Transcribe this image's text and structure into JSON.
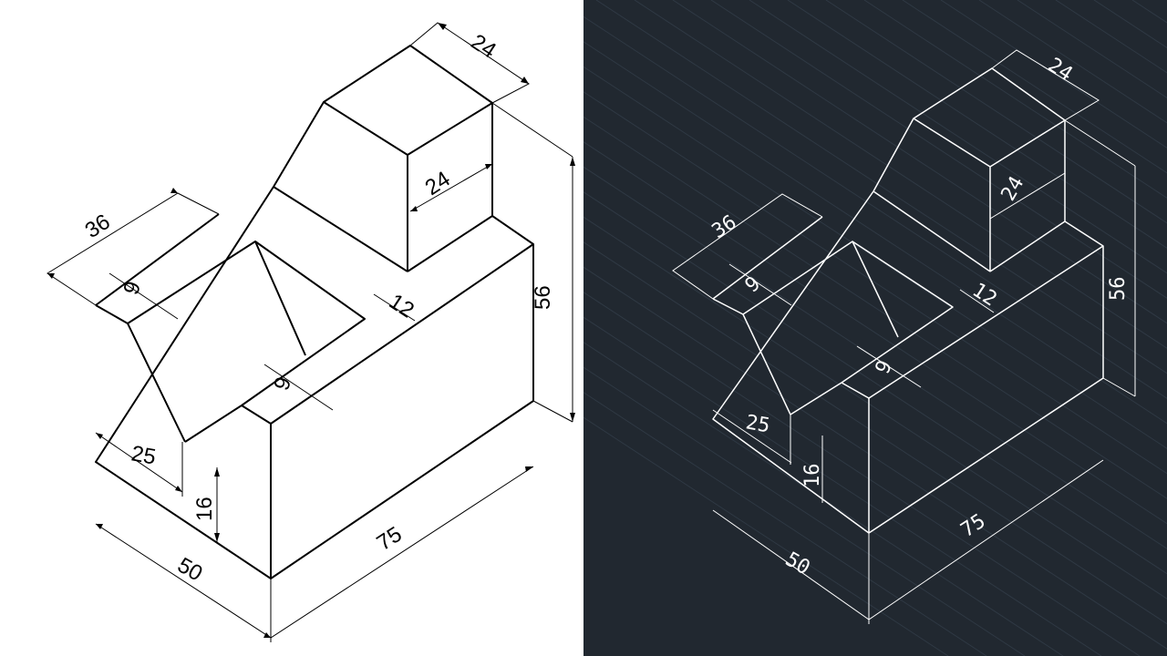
{
  "left_drawing": {
    "dims": {
      "d24_top": "24",
      "d24_front": "24",
      "d36": "36",
      "d56": "56",
      "d12": "12",
      "d9_a": "9",
      "d9_b": "9",
      "d25": "25",
      "d16": "16",
      "d50": "50",
      "d75": "75"
    }
  },
  "right_drawing": {
    "dims": {
      "d24_top": "24",
      "d24_front": "24",
      "d36": "36",
      "d56": "56",
      "d12": "12",
      "d9_a": "9",
      "d9_b": "9",
      "d25": "25",
      "d16": "16",
      "d50": "50",
      "d75": "75"
    }
  },
  "colors": {
    "left_background": "#ffffff",
    "left_ink": "#000000",
    "right_background": "#212830",
    "right_ink": "#ffffff",
    "right_grid": "#2f3944"
  }
}
